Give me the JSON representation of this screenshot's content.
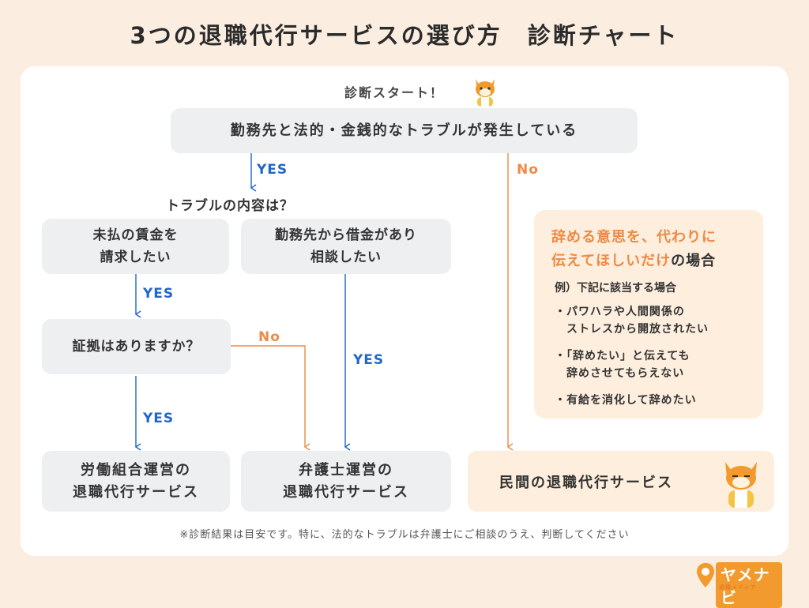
{
  "title": "3つの退職代行サービスの選び方　診断チャート",
  "start_label": "診断スタート！",
  "root_question": "勤務先と法的・金銭的なトラブルが発生している",
  "trouble_question": "トラブルの内容は？",
  "option_unpaid": "未払の賃金を\n請求したい",
  "option_debt": "勤務先から借金があり\n相談したい",
  "evidence_question": "証拠はありますか？",
  "result_union": "労働組合運営の\n退職代行サービス",
  "result_lawyer": "弁護士運営の\n退職代行サービス",
  "result_private": "民間の退職代行サービス",
  "yes_label": "YES",
  "no_label": "No",
  "note": {
    "title_highlight": "辞める意思を、代わりに\n伝えてほしいだけ",
    "title_suffix": "の場合",
    "subtitle": "例）下記に該当する場合",
    "items": [
      "・パワハラや人間関係の\n　ストレスから開放されたい",
      "・「辞めたい」と伝えても\n　辞めさせてもらえない",
      "・有給を消化して辞めたい"
    ]
  },
  "footnote": "※診断結果は目安です。特に、法的なトラブルは弁護士にご相談のうえ、判断してください",
  "logo": {
    "name": "ヤメナビ",
    "tagline": "退職メディア"
  },
  "colors": {
    "yes": "#2266c8",
    "no": "#ee8a45",
    "box": "#eeeff1",
    "note_bg": "#fdeedd",
    "page_bg": "#fbeee0"
  }
}
